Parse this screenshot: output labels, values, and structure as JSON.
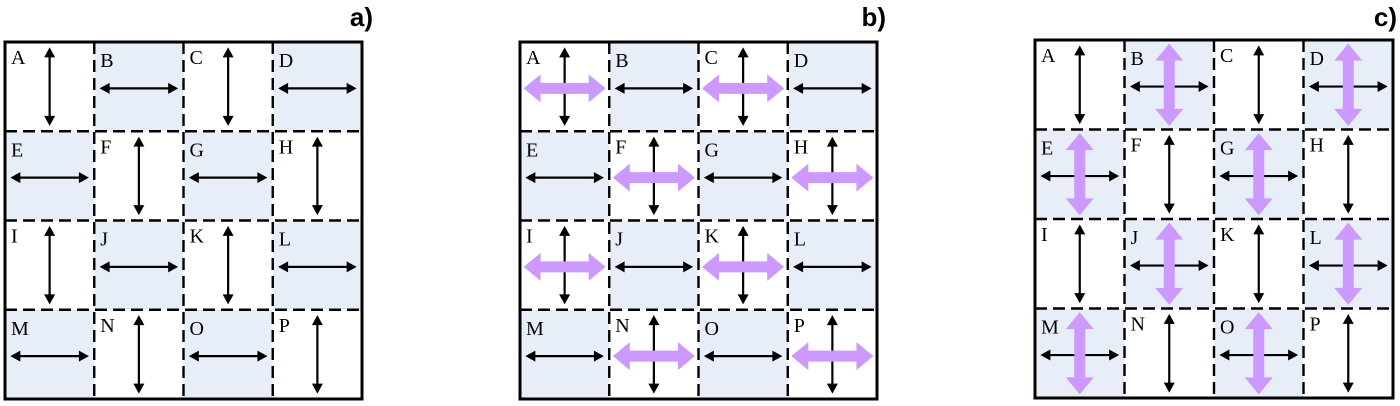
{
  "panels": [
    {
      "label": "a)",
      "highlight_color": "#e8eef7",
      "cells": [
        {
          "id": "A",
          "shaded": false,
          "arrow": "vertical",
          "overlay": "none"
        },
        {
          "id": "B",
          "shaded": true,
          "arrow": "horizontal",
          "overlay": "none"
        },
        {
          "id": "C",
          "shaded": false,
          "arrow": "vertical",
          "overlay": "none"
        },
        {
          "id": "D",
          "shaded": true,
          "arrow": "horizontal",
          "overlay": "none"
        },
        {
          "id": "E",
          "shaded": true,
          "arrow": "horizontal",
          "overlay": "none"
        },
        {
          "id": "F",
          "shaded": false,
          "arrow": "vertical",
          "overlay": "none"
        },
        {
          "id": "G",
          "shaded": true,
          "arrow": "horizontal",
          "overlay": "none"
        },
        {
          "id": "H",
          "shaded": false,
          "arrow": "vertical",
          "overlay": "none"
        },
        {
          "id": "I",
          "shaded": false,
          "arrow": "vertical",
          "overlay": "none"
        },
        {
          "id": "J",
          "shaded": true,
          "arrow": "horizontal",
          "overlay": "none"
        },
        {
          "id": "K",
          "shaded": false,
          "arrow": "vertical",
          "overlay": "none"
        },
        {
          "id": "L",
          "shaded": true,
          "arrow": "horizontal",
          "overlay": "none"
        },
        {
          "id": "M",
          "shaded": true,
          "arrow": "horizontal",
          "overlay": "none"
        },
        {
          "id": "N",
          "shaded": false,
          "arrow": "vertical",
          "overlay": "none"
        },
        {
          "id": "O",
          "shaded": true,
          "arrow": "horizontal",
          "overlay": "none"
        },
        {
          "id": "P",
          "shaded": false,
          "arrow": "vertical",
          "overlay": "none"
        }
      ]
    },
    {
      "label": "b)",
      "highlight_color": "#e8eef7",
      "cells": [
        {
          "id": "A",
          "shaded": false,
          "arrow": "vertical",
          "overlay": "horizontal"
        },
        {
          "id": "B",
          "shaded": true,
          "arrow": "horizontal",
          "overlay": "none"
        },
        {
          "id": "C",
          "shaded": false,
          "arrow": "vertical",
          "overlay": "horizontal"
        },
        {
          "id": "D",
          "shaded": true,
          "arrow": "horizontal",
          "overlay": "none"
        },
        {
          "id": "E",
          "shaded": true,
          "arrow": "horizontal",
          "overlay": "none"
        },
        {
          "id": "F",
          "shaded": false,
          "arrow": "vertical",
          "overlay": "horizontal"
        },
        {
          "id": "G",
          "shaded": true,
          "arrow": "horizontal",
          "overlay": "none"
        },
        {
          "id": "H",
          "shaded": false,
          "arrow": "vertical",
          "overlay": "horizontal"
        },
        {
          "id": "I",
          "shaded": false,
          "arrow": "vertical",
          "overlay": "horizontal"
        },
        {
          "id": "J",
          "shaded": true,
          "arrow": "horizontal",
          "overlay": "none"
        },
        {
          "id": "K",
          "shaded": false,
          "arrow": "vertical",
          "overlay": "horizontal"
        },
        {
          "id": "L",
          "shaded": true,
          "arrow": "horizontal",
          "overlay": "none"
        },
        {
          "id": "M",
          "shaded": true,
          "arrow": "horizontal",
          "overlay": "none"
        },
        {
          "id": "N",
          "shaded": false,
          "arrow": "vertical",
          "overlay": "horizontal"
        },
        {
          "id": "O",
          "shaded": true,
          "arrow": "horizontal",
          "overlay": "none"
        },
        {
          "id": "P",
          "shaded": false,
          "arrow": "vertical",
          "overlay": "horizontal"
        }
      ]
    },
    {
      "label": "c)",
      "highlight_color": "#e8eef7",
      "cells": [
        {
          "id": "A",
          "shaded": false,
          "arrow": "vertical",
          "overlay": "none"
        },
        {
          "id": "B",
          "shaded": true,
          "arrow": "horizontal",
          "overlay": "vertical"
        },
        {
          "id": "C",
          "shaded": false,
          "arrow": "vertical",
          "overlay": "none"
        },
        {
          "id": "D",
          "shaded": true,
          "arrow": "horizontal",
          "overlay": "vertical"
        },
        {
          "id": "E",
          "shaded": true,
          "arrow": "horizontal",
          "overlay": "vertical"
        },
        {
          "id": "F",
          "shaded": false,
          "arrow": "vertical",
          "overlay": "none"
        },
        {
          "id": "G",
          "shaded": true,
          "arrow": "horizontal",
          "overlay": "vertical"
        },
        {
          "id": "H",
          "shaded": false,
          "arrow": "vertical",
          "overlay": "none"
        },
        {
          "id": "I",
          "shaded": false,
          "arrow": "vertical",
          "overlay": "none"
        },
        {
          "id": "J",
          "shaded": true,
          "arrow": "horizontal",
          "overlay": "vertical"
        },
        {
          "id": "K",
          "shaded": false,
          "arrow": "vertical",
          "overlay": "none"
        },
        {
          "id": "L",
          "shaded": true,
          "arrow": "horizontal",
          "overlay": "vertical"
        },
        {
          "id": "M",
          "shaded": true,
          "arrow": "horizontal",
          "overlay": "vertical"
        },
        {
          "id": "N",
          "shaded": false,
          "arrow": "vertical",
          "overlay": "none"
        },
        {
          "id": "O",
          "shaded": true,
          "arrow": "horizontal",
          "overlay": "vertical"
        },
        {
          "id": "P",
          "shaded": false,
          "arrow": "vertical",
          "overlay": "none"
        }
      ]
    }
  ],
  "colors": {
    "line": "#000000",
    "arrow": "#000000",
    "overlay_arrow": "#cc99ff",
    "shade": "#e8eef7"
  },
  "icons": {
    "thin_arrow": "double-headed-arrow-icon",
    "overlay_arrow": "thick-double-headed-arrow-icon"
  }
}
